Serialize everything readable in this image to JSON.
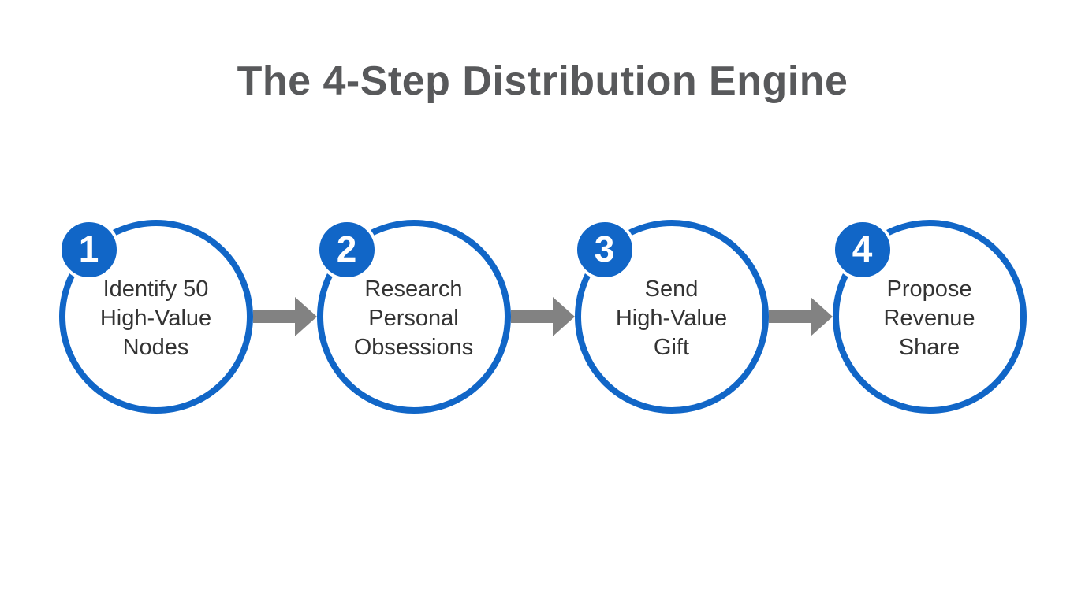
{
  "title": "The 4-Step Distribution Engine",
  "colors": {
    "accent_blue": "#1166C7",
    "title_gray": "#58595B",
    "step_text": "#333333",
    "arrow_gray": "#828282",
    "background": "#FFFFFF"
  },
  "steps": [
    {
      "number": "1",
      "lines": [
        "Identify 50",
        "High-Value",
        "Nodes"
      ]
    },
    {
      "number": "2",
      "lines": [
        "Research",
        "Personal",
        "Obsessions"
      ]
    },
    {
      "number": "3",
      "lines": [
        "Send",
        "High-Value",
        "Gift"
      ]
    },
    {
      "number": "4",
      "lines": [
        "Propose",
        "Revenue",
        "Share"
      ]
    }
  ],
  "arrows": {
    "count": 3,
    "icon": "arrow-right"
  }
}
